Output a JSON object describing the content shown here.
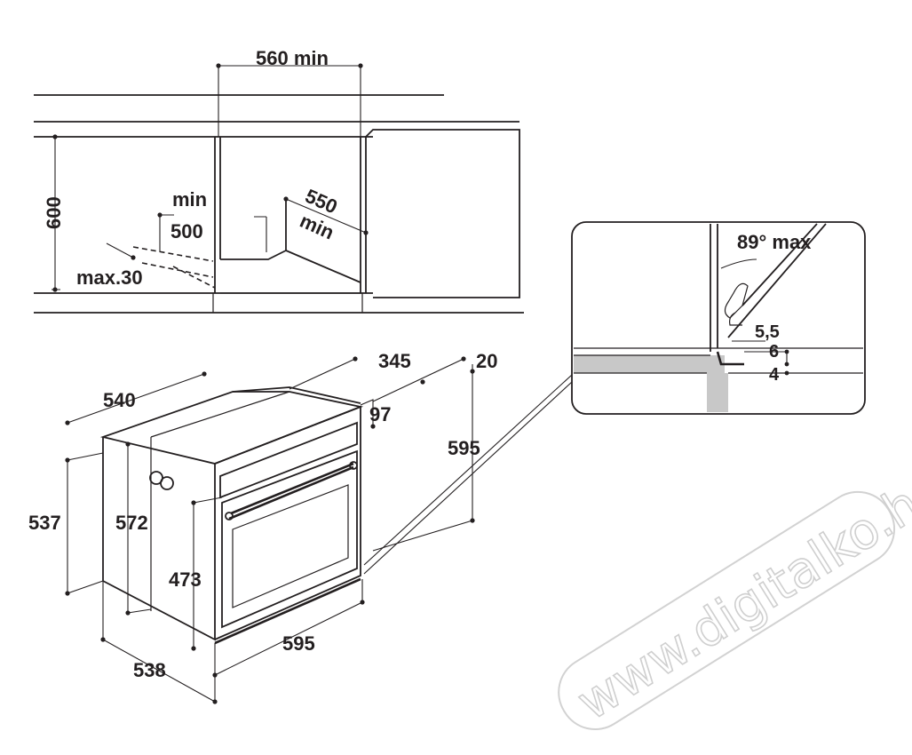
{
  "cabinet_dims": {
    "width_min": "560 min",
    "height": "600",
    "depth_min": "550 min",
    "opening_min_label": "min",
    "opening_min_value": "500",
    "rear_gap_max": "max.30"
  },
  "oven_dims": {
    "top_depth": "540",
    "rear_depth": "345",
    "offset_top": "20",
    "handle_depth": "97",
    "overall_height": "595",
    "body_height": "537",
    "side_height": "572",
    "door_height": "473",
    "front_width": "595",
    "bottom_depth": "538"
  },
  "detail": {
    "angle": "89° max",
    "gap_5_5": "5,5",
    "gap_6": "6",
    "gap_4": "4"
  },
  "watermark": "www.digitalko.hu"
}
